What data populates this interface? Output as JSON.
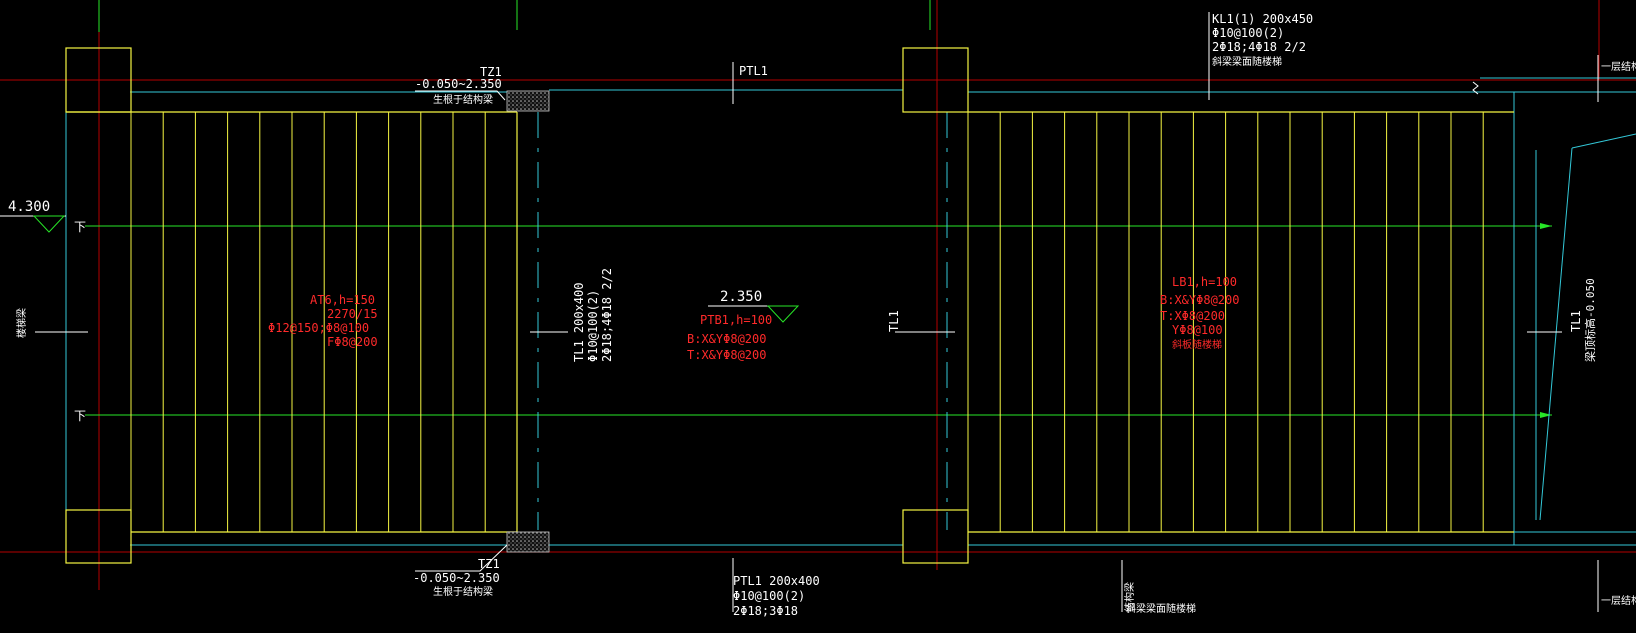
{
  "colors": {
    "background": "#000000",
    "outline_yellow": "#f5f542",
    "axis_red": "#b30000",
    "guide_green": "#27e627",
    "beam_cyan": "#33c8d8",
    "text_white": "#ffffff",
    "text_red": "#ff2a2a"
  },
  "elevations": {
    "left": "4.300",
    "landing": "2.350"
  },
  "tz_labels": {
    "top_name": "TZ1",
    "top_range": "-0.050~2.350",
    "top_note": "生根于结构梁",
    "bottom_name": "TZ1",
    "bottom_range": "-0.050~2.350",
    "bottom_note": "生根于结构梁"
  },
  "ptl_labels": {
    "top": "PTL1",
    "bottom_l1": "PTL1 200x400",
    "bottom_l2": "Φ10@100(2)",
    "bottom_l3": "2Φ18;3Φ18"
  },
  "kl_label": {
    "l1": "KL1(1) 200x450",
    "l2": "Φ10@100(2)",
    "l3": "2Φ18;4Φ18 2/2",
    "l4": "斜梁梁面随楼梯"
  },
  "tl_labels": {
    "vertical_l1": "TL1 200x400",
    "vertical_l2": "Φ10@100(2)",
    "vertical_l3": "2Φ18;4Φ18 2/2",
    "center": "TL1",
    "right_l1": "TL1",
    "right_l2": "梁顶标高-0.050"
  },
  "down_markers": {
    "upper": "下",
    "lower": "下"
  },
  "left_side_label": "楼梯梁",
  "at_flight": {
    "l1": "AT6,h=150",
    "l2": "2270/15",
    "l3": "Φ12@150;Φ8@100",
    "l4": "FΦ8@200"
  },
  "ptb_landing": {
    "l1": "PTB1,h=100",
    "l2": "B:X&YΦ8@200",
    "l3": "T:X&YΦ8@200"
  },
  "lb_slab": {
    "l1": "LB1,h=100",
    "l2": "B:X&YΦ8@200",
    "l3": "T:XΦ8@200",
    "l4": "YΦ8@100",
    "l5": "斜板随楼梯"
  },
  "bottom_note": {
    "l1": "结构梁",
    "l2": "斜梁梁面随楼梯"
  },
  "right_edge_labels": {
    "top": "一层结构梁",
    "bottom": "一层结构梁"
  }
}
